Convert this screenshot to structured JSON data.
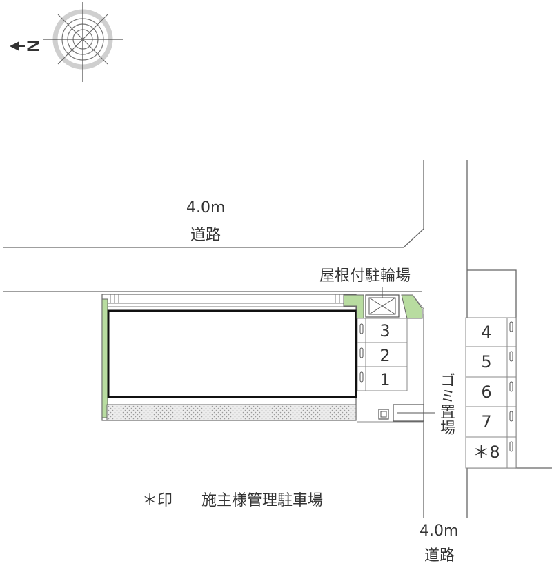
{
  "compass": {
    "north_label": "N"
  },
  "roads": {
    "north_road": {
      "width": "4.0m",
      "label": "道路"
    },
    "east_road": {
      "width": "4.0m",
      "label": "道路"
    }
  },
  "bicycle_parking": {
    "label": "屋根付駐輪場"
  },
  "garbage_area": {
    "label": "ゴミ置場"
  },
  "parking_spaces": {
    "left": [
      "3",
      "2",
      "1"
    ],
    "right": [
      "4",
      "5",
      "6",
      "7",
      "＊8"
    ]
  },
  "legend": {
    "marker": "＊印",
    "text": "施主様管理駐車場"
  }
}
